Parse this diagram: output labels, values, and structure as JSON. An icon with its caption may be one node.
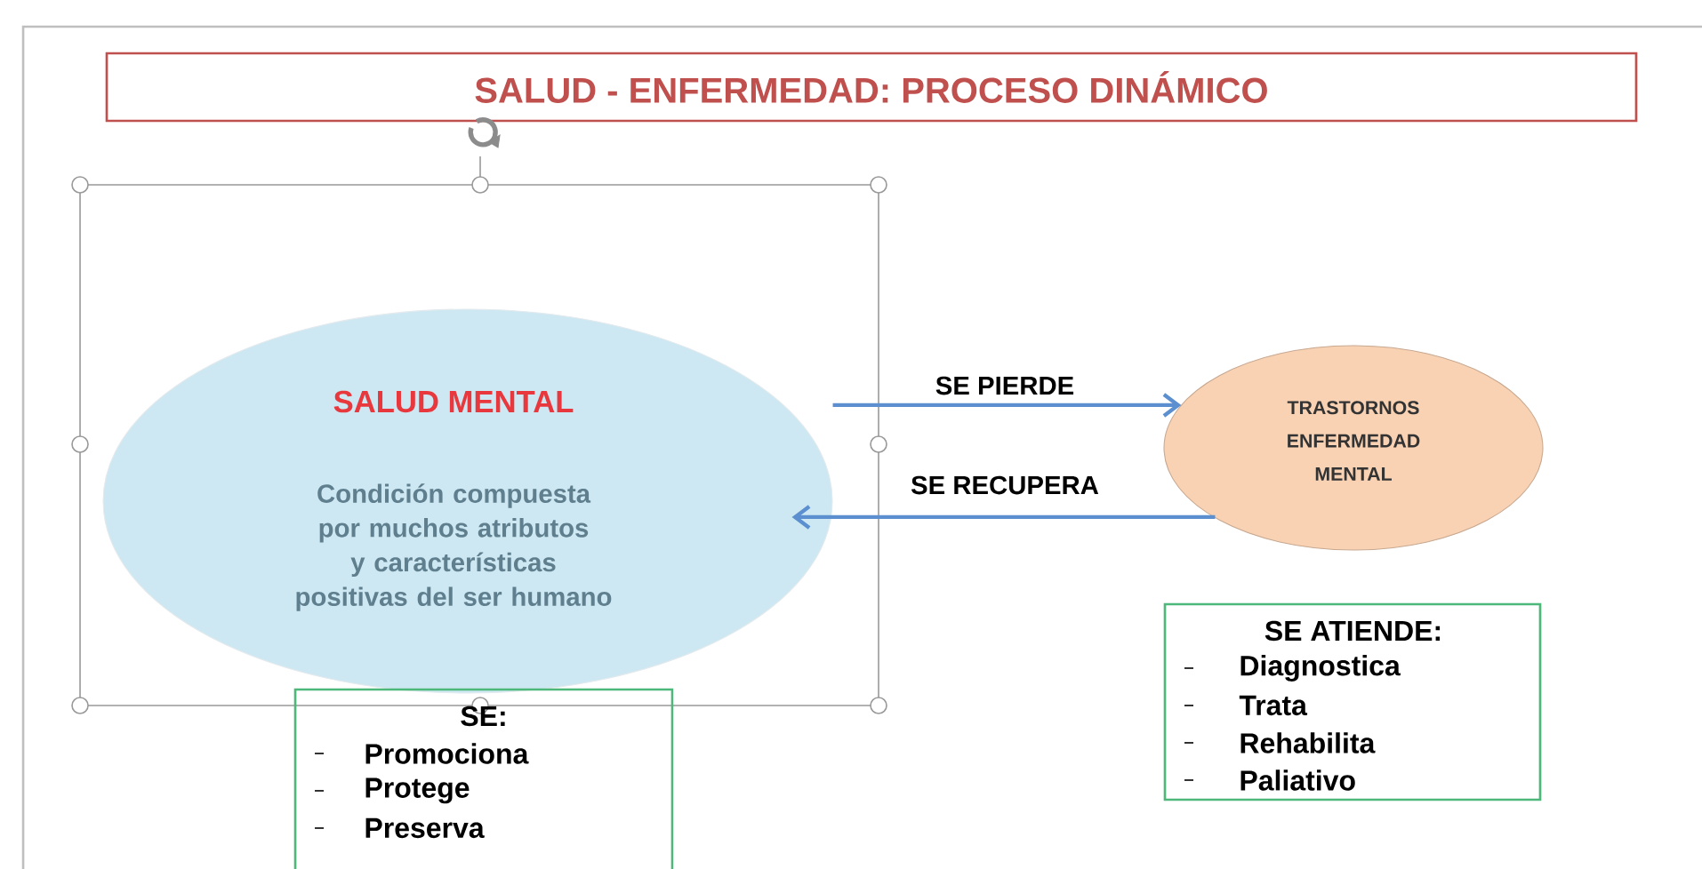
{
  "diagram": {
    "title": "SALUD - ENFERMEDAD:  PROCESO DINÁMICO",
    "nodes": [
      {
        "text": [
          "SALUD MENTAL",
          "Condición compuesta por muchos atributos y características positivas del ser humano"
        ]
      },
      {
        "text": [
          "TRASTORNOS ENFERMEDAD MENTAL"
        ]
      },
      {
        "text": [
          "SE:",
          "Promociona",
          "Protege",
          "Preserva"
        ]
      },
      {
        "text": [
          "SE ATIENDE:",
          "Diagnostica",
          "Trata",
          "Rehabilita",
          "Paliativo"
        ]
      }
    ],
    "edges": [
      {
        "from": 0,
        "to": 1,
        "arrow": "to",
        "label": "SE PIERDE"
      },
      {
        "from": 1,
        "to": 0,
        "arrow": "to",
        "label": "SE RECUPERA"
      }
    ]
  }
}
